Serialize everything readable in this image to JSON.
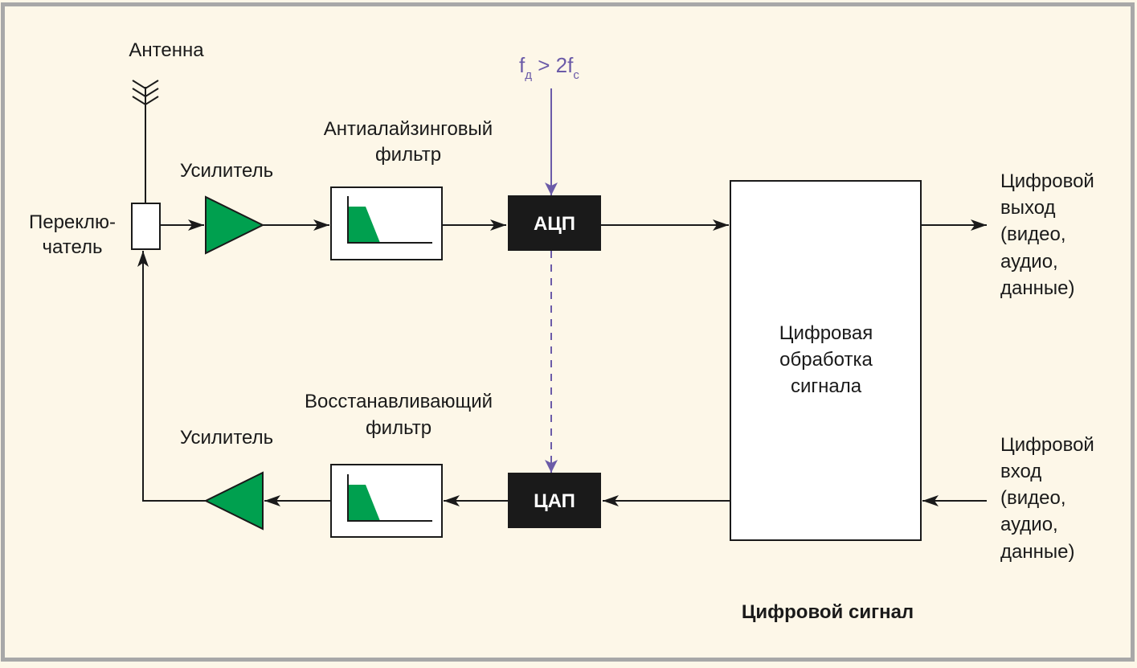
{
  "labels": {
    "antenna": "Антенна",
    "switch": [
      "Переклю-",
      "чатель"
    ],
    "amp_top": "Усилитель",
    "amp_bottom": "Усилитель",
    "aa_filter": [
      "Антиалайзинговый",
      "фильтр"
    ],
    "recon_filter": [
      "Восстанавливающий",
      "фильтр"
    ],
    "adc": "АЦП",
    "dac": "ЦАП",
    "dsp": [
      "Цифровая",
      "обработка",
      "сигнала"
    ],
    "digital_out": [
      "Цифровой",
      "выход",
      "(видео,",
      "аудио,",
      "данные)"
    ],
    "digital_in": [
      "Цифровой",
      "вход",
      "(видео,",
      "аудио,",
      "данные)"
    ],
    "footer": "Цифровой сигнал"
  },
  "clock": {
    "f1": "f",
    "sub1": "д",
    "op": " > 2f",
    "sub2": "c"
  },
  "colors": {
    "background": "#fdf7e8",
    "border": "#a8a8a8",
    "amplifier": "#00a04f",
    "block": "#1a1a1a",
    "clock_line": "#6b5ba8"
  }
}
